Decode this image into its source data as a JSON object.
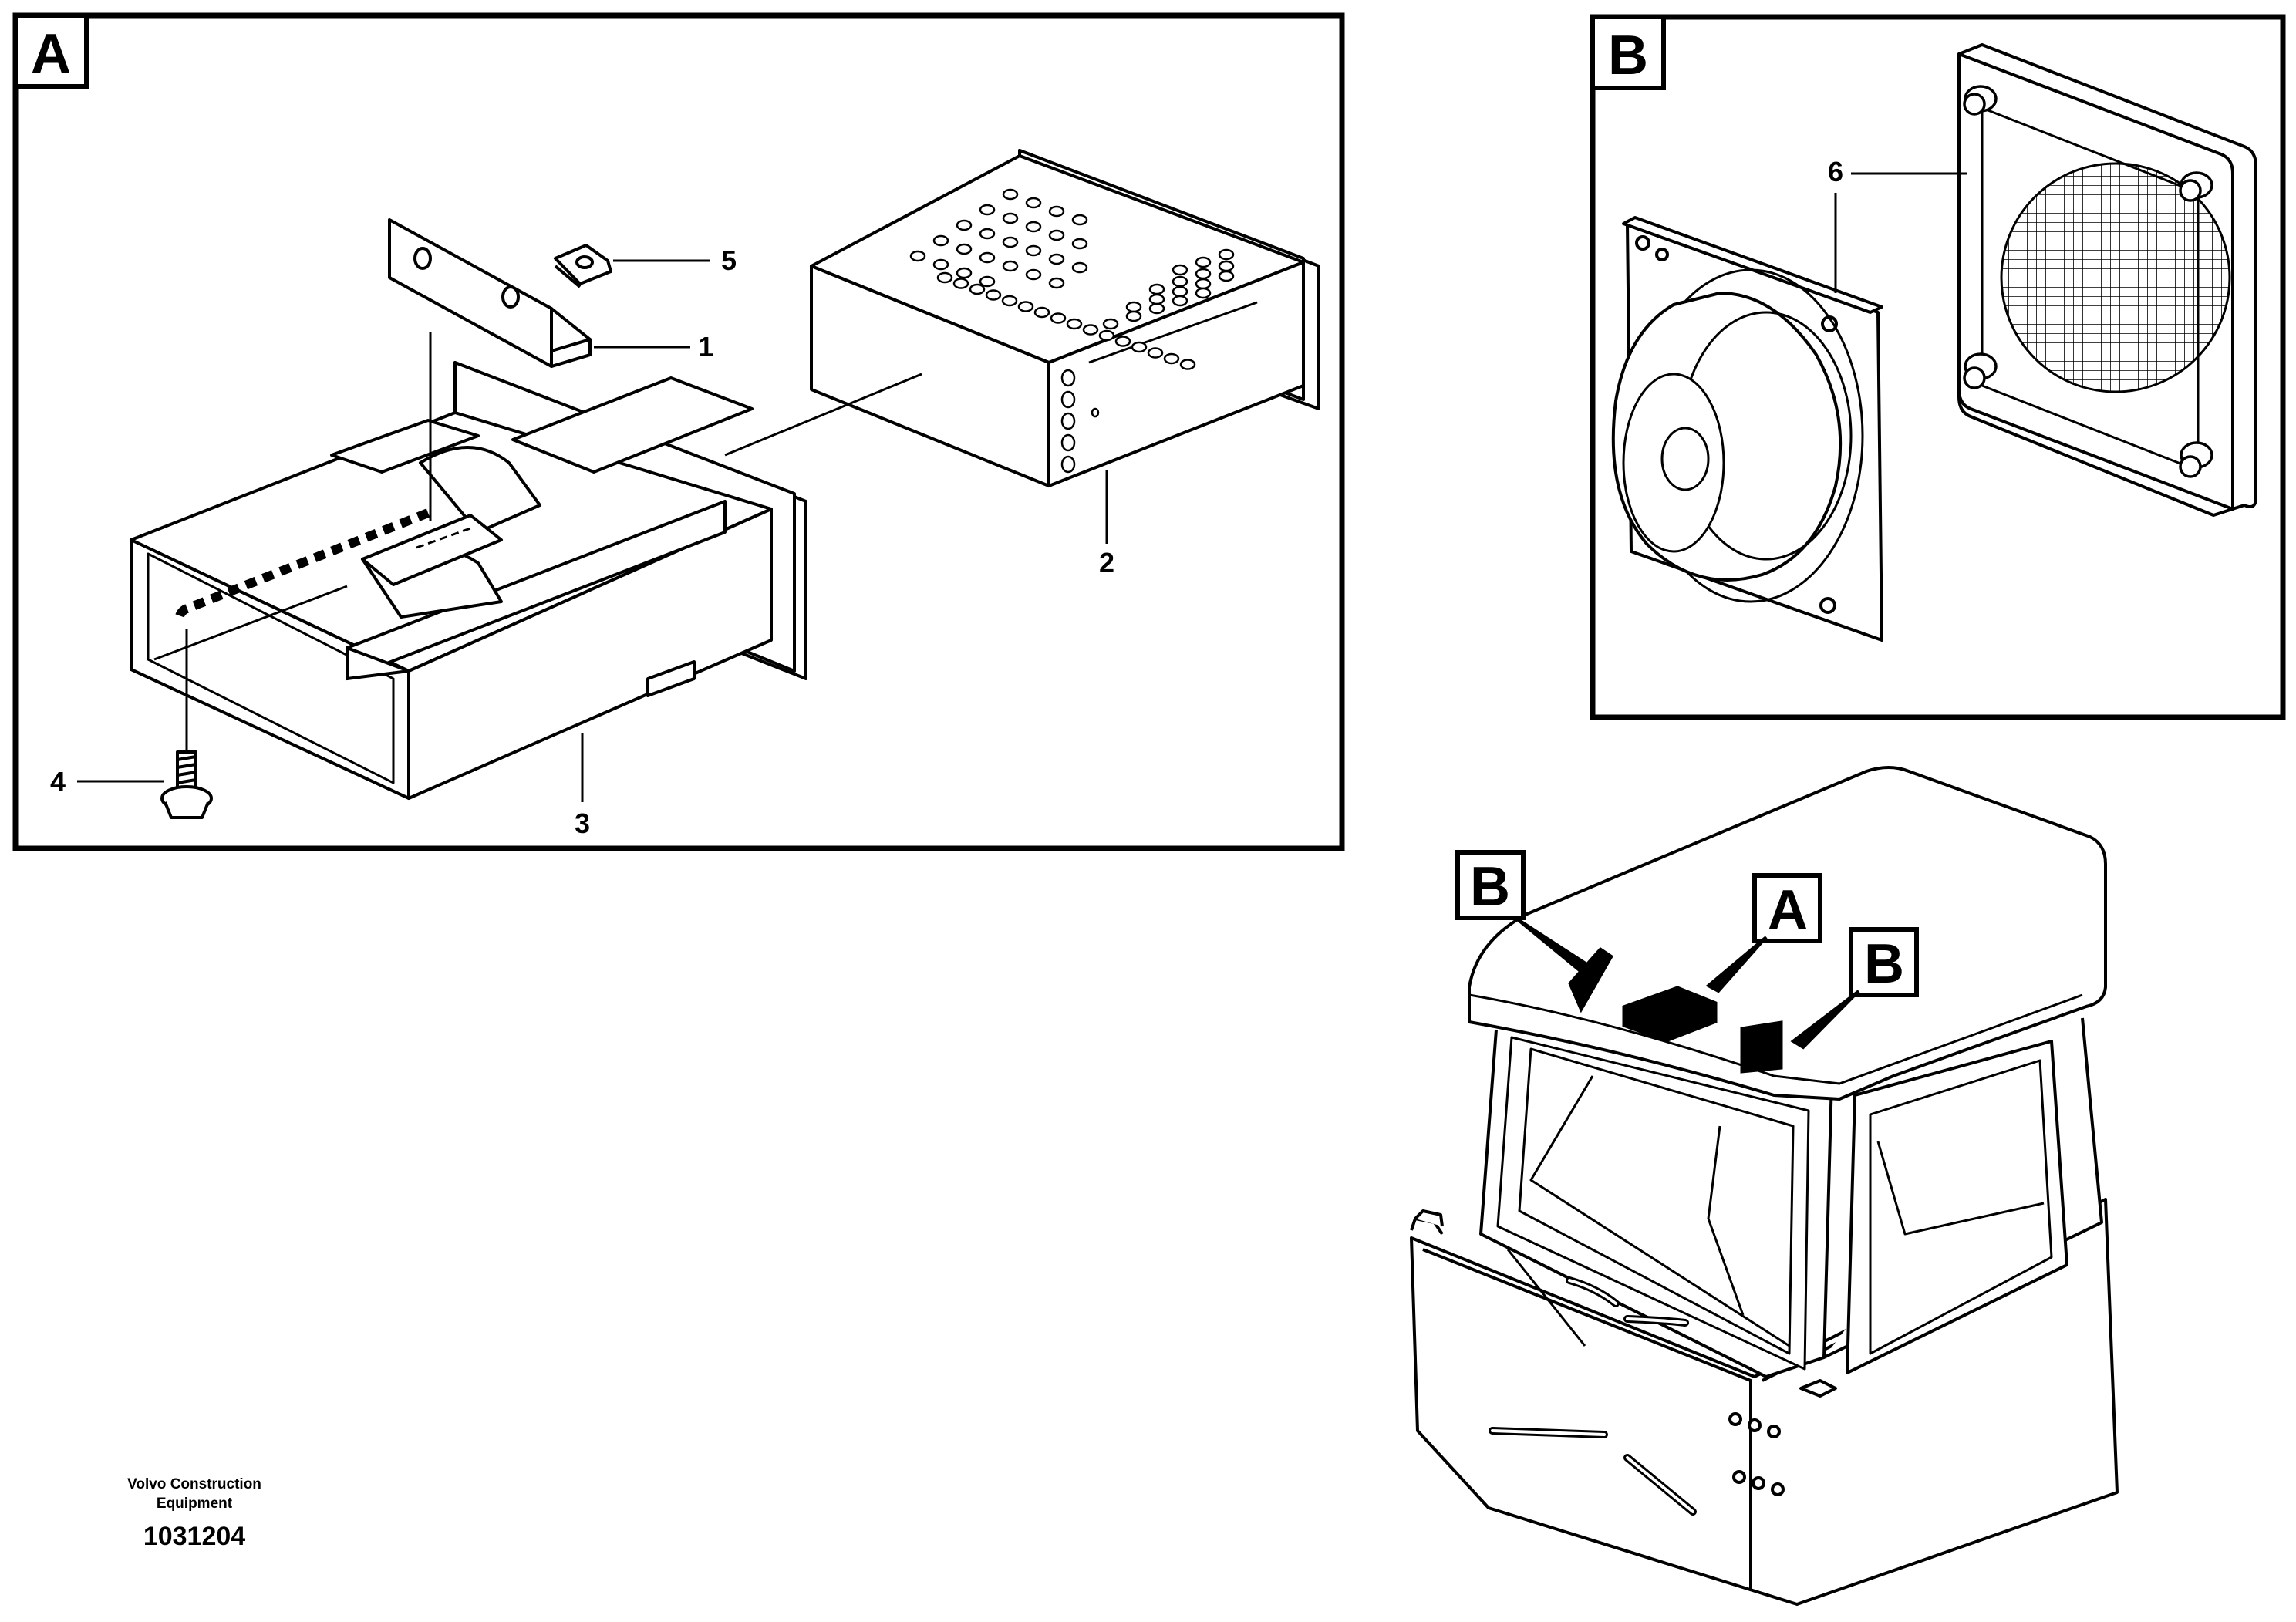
{
  "panels": {
    "a": {
      "letter": "A"
    },
    "b": {
      "letter": "B"
    }
  },
  "callouts": {
    "c1": "1",
    "c2": "2",
    "c3": "3",
    "c4": "4",
    "c5": "5",
    "c6": "6"
  },
  "cab": {
    "marker_b_left": "B",
    "marker_a": "A",
    "marker_b_right": "B"
  },
  "footer": {
    "company_line1": "Volvo Construction",
    "company_line2": "Equipment",
    "drawing_number": "1031204"
  },
  "colors": {
    "line": "#000000",
    "background": "#ffffff"
  }
}
